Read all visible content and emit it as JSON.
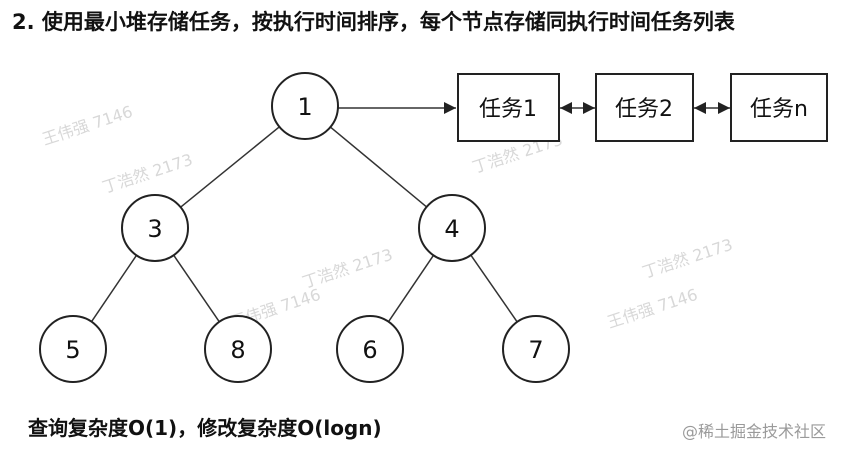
{
  "title": "2. 使用最小堆存储任务，按执行时间排序，每个节点存储同执行时间任务列表",
  "heap_nodes": [
    {
      "id": "n1",
      "label": "1"
    },
    {
      "id": "n3",
      "label": "3"
    },
    {
      "id": "n4",
      "label": "4"
    },
    {
      "id": "n5",
      "label": "5"
    },
    {
      "id": "n8",
      "label": "8"
    },
    {
      "id": "n6",
      "label": "6"
    },
    {
      "id": "n7",
      "label": "7"
    }
  ],
  "heap_edges": [
    [
      "n1",
      "n3"
    ],
    [
      "n1",
      "n4"
    ],
    [
      "n3",
      "n5"
    ],
    [
      "n3",
      "n8"
    ],
    [
      "n4",
      "n6"
    ],
    [
      "n4",
      "n7"
    ]
  ],
  "task_list": [
    {
      "id": "t1",
      "label": "任务1"
    },
    {
      "id": "t2",
      "label": "任务2"
    },
    {
      "id": "tn",
      "label": "任务n"
    }
  ],
  "complexity_note": "查询复杂度O(1)，修改复杂度O(logn)",
  "credit": "@稀土掘金技术社区",
  "watermarks": [
    "王伟强 7146",
    "丁浩然 2173"
  ]
}
